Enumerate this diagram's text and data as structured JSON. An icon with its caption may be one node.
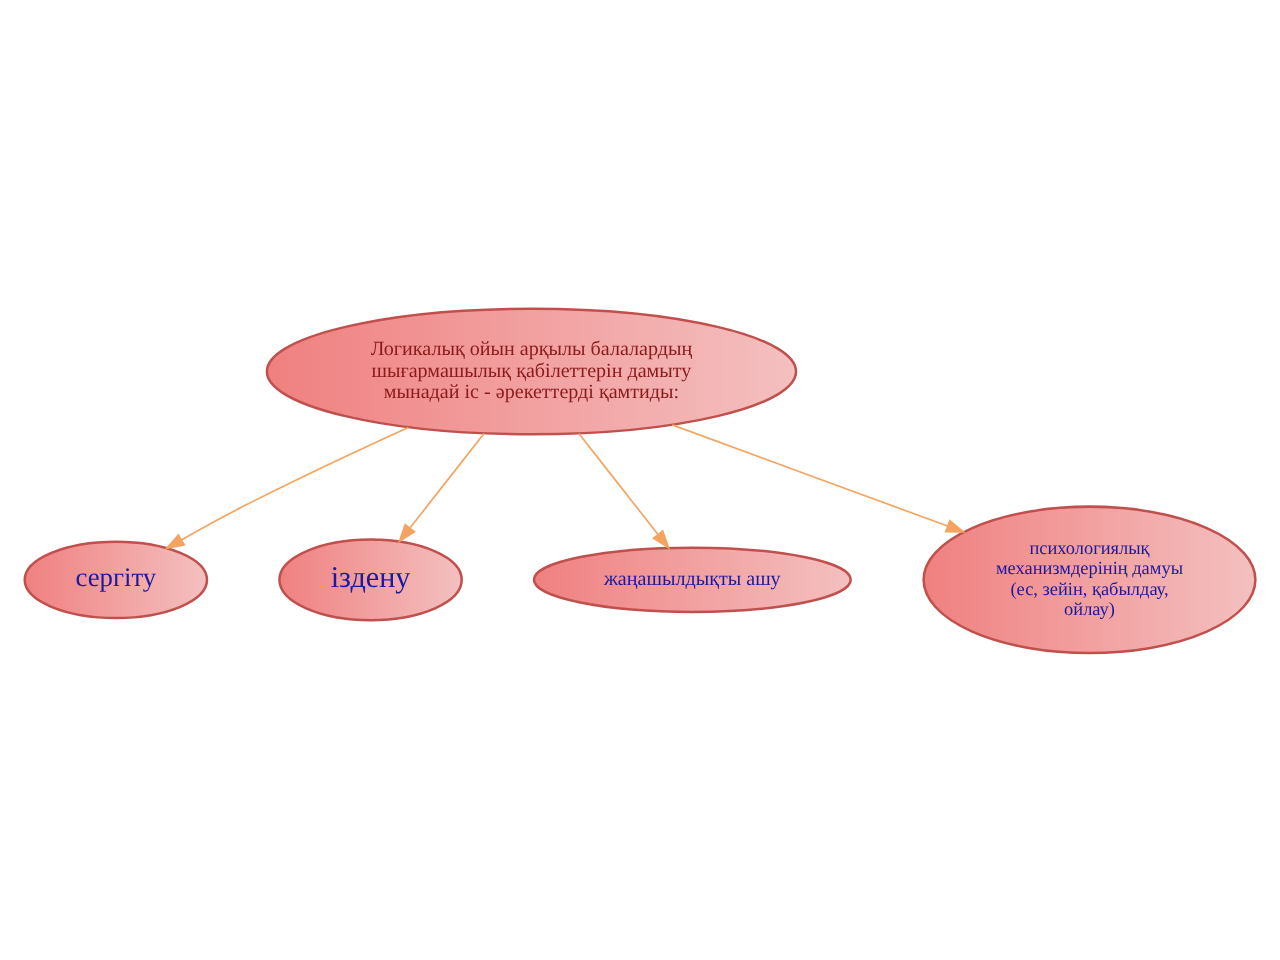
{
  "diagram": {
    "nodes": [
      {
        "text": [
          "Логикалық ойын арқылы балалардың шығармашылық қабілеттерін дамыту мынадай іс - әрекеттерді қамтиды:"
        ]
      },
      {
        "text": [
          "сергіту"
        ]
      },
      {
        "text": [
          "іздену"
        ]
      },
      {
        "text": [
          "жаңашылдықты ашу"
        ]
      },
      {
        "text": [
          "психологиялық механизмдерінің дамуы (ес, зейін, қабылдау, ойлау)"
        ]
      }
    ],
    "edges": [
      {
        "from": 0,
        "to": 1,
        "arrow": "to"
      },
      {
        "from": 0,
        "to": 2,
        "arrow": "to"
      },
      {
        "from": 0,
        "to": 3,
        "arrow": "to"
      },
      {
        "from": 0,
        "to": 4,
        "arrow": "to"
      }
    ]
  }
}
